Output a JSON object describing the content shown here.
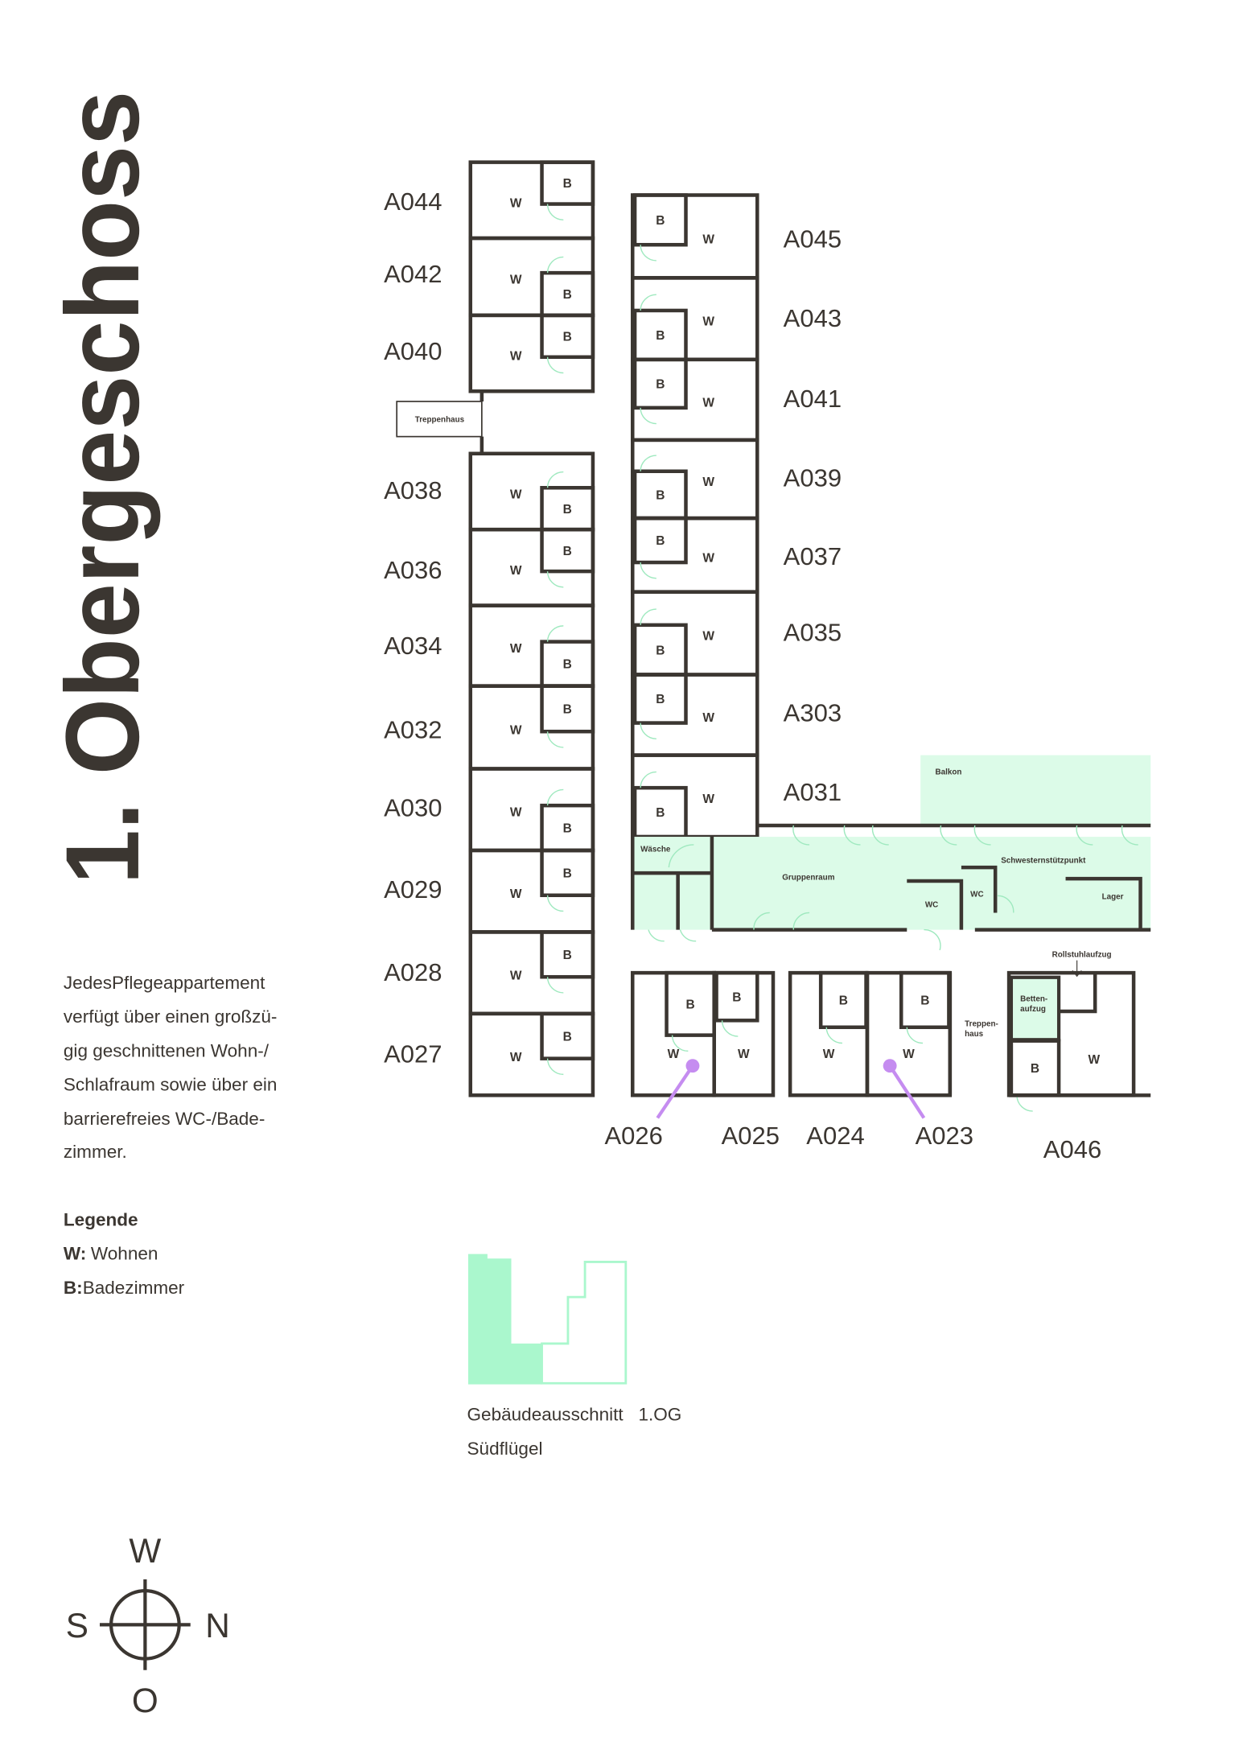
{
  "title": "1. Obergeschoss",
  "description": [
    "JedesPflegeappartement",
    "verfügt über einen großzü-",
    "gig geschnittenen Wohn-/",
    "Schlafraum sowie über ein",
    "barrierefreies WC-/Bade-",
    "zimmer."
  ],
  "legend": {
    "heading": "Legende",
    "items": [
      {
        "key": "W:",
        "value": "Wohnen"
      },
      {
        "key": "B:",
        "value": "Badezimmer"
      }
    ]
  },
  "colors": {
    "highlight": "#aaf7cd",
    "common": "#dcfbe8",
    "wall": "#3b3631",
    "marker": "#c58cf0"
  },
  "room_letters": {
    "living": "W",
    "bath": "B"
  },
  "rooms_left": [
    {
      "id": "A044",
      "highlighted": false
    },
    {
      "id": "A042",
      "highlighted": true
    },
    {
      "id": "A040",
      "highlighted": false
    },
    {
      "id": "A038",
      "highlighted": true
    },
    {
      "id": "A036",
      "highlighted": false
    },
    {
      "id": "A034",
      "highlighted": true
    },
    {
      "id": "A032",
      "highlighted": false
    },
    {
      "id": "A030",
      "highlighted": true
    },
    {
      "id": "A029",
      "highlighted": false
    },
    {
      "id": "A028",
      "highlighted": true
    },
    {
      "id": "A027",
      "highlighted": false
    }
  ],
  "rooms_right": [
    {
      "id": "A045",
      "highlighted": false
    },
    {
      "id": "A043",
      "highlighted": true
    },
    {
      "id": "A041",
      "highlighted": false
    },
    {
      "id": "A039",
      "highlighted": true
    },
    {
      "id": "A037",
      "highlighted": false
    },
    {
      "id": "A035",
      "highlighted": true
    },
    {
      "id": "A303",
      "highlighted": false
    },
    {
      "id": "A031",
      "highlighted": true
    }
  ],
  "rooms_bottom": [
    {
      "id": "A026",
      "highlighted": true
    },
    {
      "id": "A025",
      "highlighted": false
    },
    {
      "id": "A024",
      "highlighted": true
    },
    {
      "id": "A023",
      "highlighted": false
    },
    {
      "id": "A046",
      "highlighted": true
    }
  ],
  "common_rooms": {
    "treppenhaus_left": "Treppenhaus",
    "waesche": "Wäsche",
    "gruppenraum": "Gruppenraum",
    "wc": "WC",
    "schwester": "Schwesternstützpunkt",
    "lager": "Lager",
    "balkon": "Balkon",
    "rollstuhl": "Rollstuhlaufzug",
    "betten1": "Betten-",
    "betten2": "aufzug",
    "treppen1": "Treppen-",
    "treppen2": "haus"
  },
  "overview": {
    "line1": "Gebäudeausschnitt   1.OG",
    "line2": "Südflügel"
  },
  "compass": {
    "top": "W",
    "left": "S",
    "right": "N",
    "bottom": "O"
  }
}
